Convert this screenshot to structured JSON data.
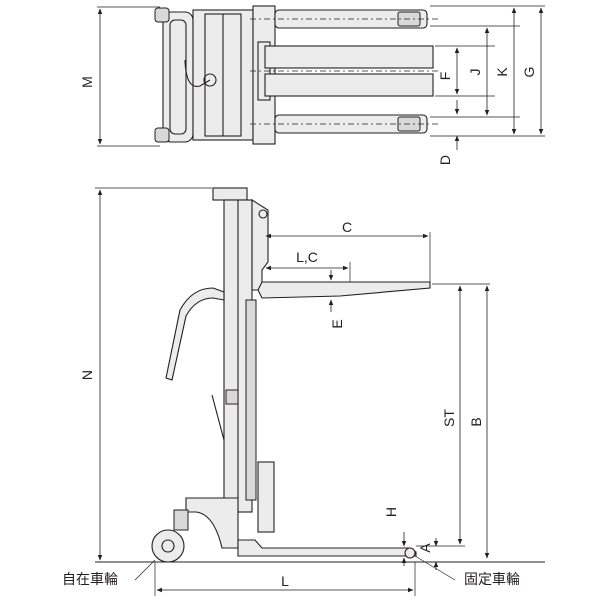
{
  "labels": {
    "M": "M",
    "F": "F",
    "J": "J",
    "K": "K",
    "G": "G",
    "D": "D",
    "C": "C",
    "LC": "L,C",
    "E": "E",
    "N": "N",
    "ST": "ST",
    "B": "B",
    "H": "H",
    "A": "A",
    "L": "L",
    "free_caster": "自在車輪",
    "fixed_wheel": "固定車輪"
  }
}
